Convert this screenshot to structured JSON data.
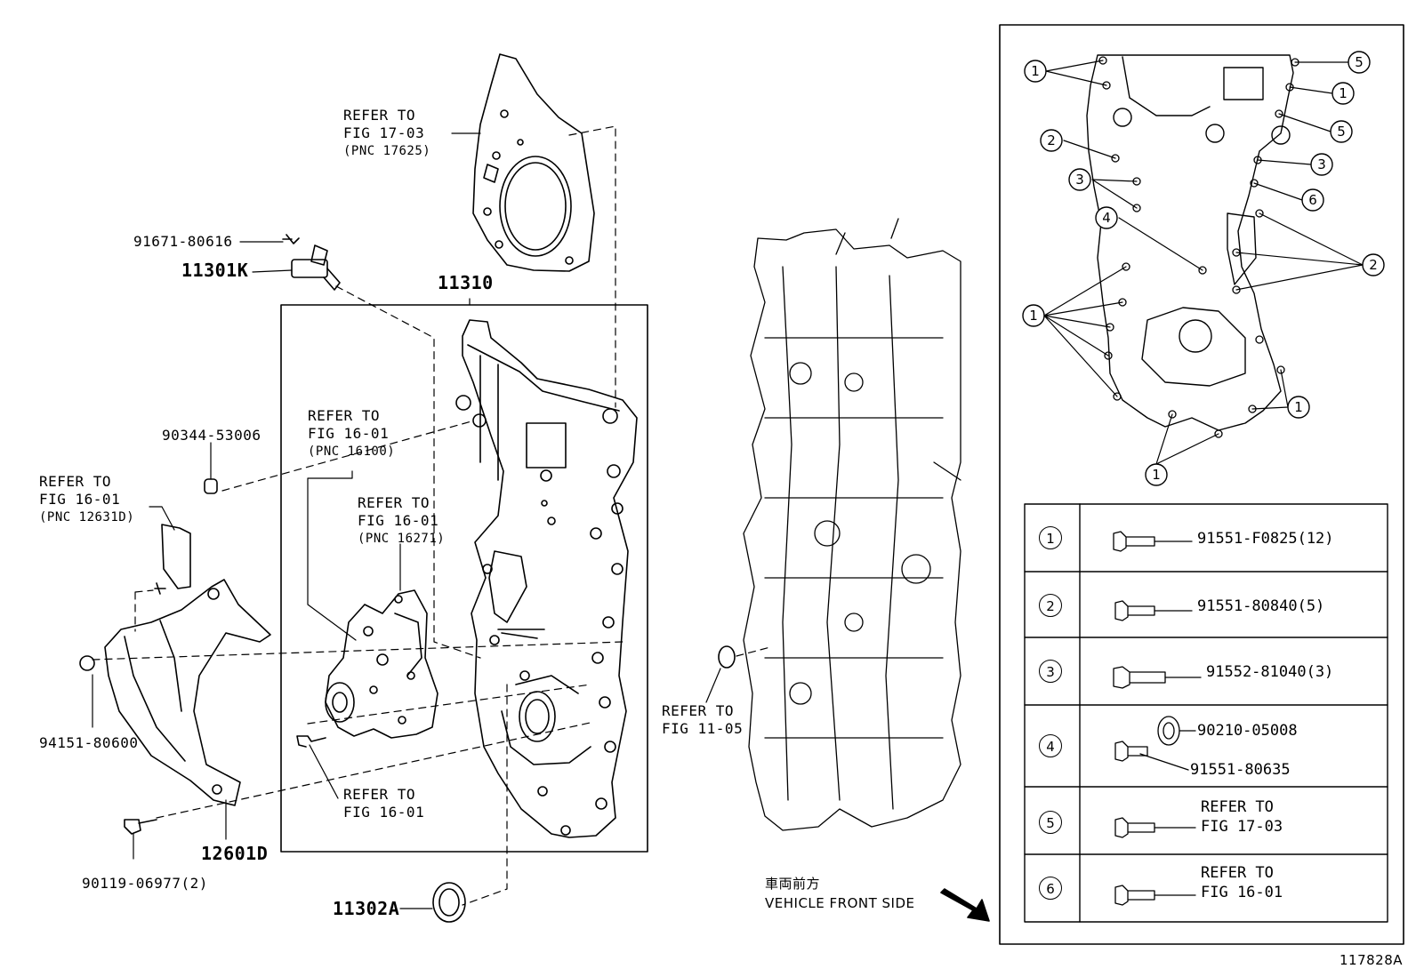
{
  "labels": {
    "p91671": "91671-80616",
    "p11301k": "11301K",
    "p11310": "11310",
    "refer_17_03_a": [
      "REFER TO",
      "FIG 17-03",
      "(PNC 17625)"
    ],
    "p90344": "90344-53006",
    "refer_16_01_a": [
      "REFER TO",
      "FIG 16-01",
      "(PNC 16100)"
    ],
    "refer_16_01_b": [
      "REFER TO",
      "FIG 16-01",
      "(PNC 16271)"
    ],
    "refer_16_01_c": [
      "REFER TO",
      "FIG 16-01",
      "(PNC 12631D)"
    ],
    "p94151": "94151-80600",
    "refer_16_01_d": [
      "REFER TO",
      "FIG 16-01"
    ],
    "p12601d": "12601D",
    "p90119": "90119-06977(2)",
    "p11302a": "11302A",
    "refer_11_05": [
      "REFER TO",
      "FIG 11-05"
    ],
    "front_jp": "車両前方",
    "front_en": "VEHICLE FRONT SIDE",
    "figure_id": "117828A"
  },
  "callout_numbers": [
    "1",
    "2",
    "3",
    "4",
    "5",
    "6"
  ],
  "legend": {
    "rows": [
      {
        "num": "1",
        "codes": [
          "91551-F0825(12)"
        ]
      },
      {
        "num": "2",
        "codes": [
          "91551-80840(5)"
        ]
      },
      {
        "num": "3",
        "codes": [
          "91552-81040(3)"
        ]
      },
      {
        "num": "4",
        "codes": [
          "90210-05008",
          "91551-80635"
        ]
      },
      {
        "num": "5",
        "codes": [
          "REFER TO",
          "FIG 17-03"
        ]
      },
      {
        "num": "6",
        "codes": [
          "REFER TO",
          "FIG 16-01"
        ]
      }
    ]
  }
}
